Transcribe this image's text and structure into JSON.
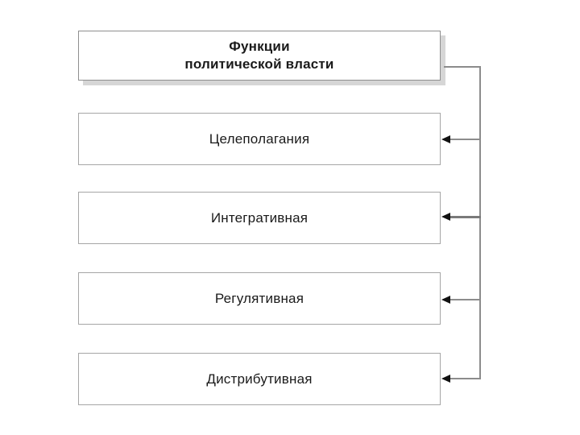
{
  "diagram": {
    "title_node": {
      "id": "functions-of-political-power",
      "text": "Функции\nполитической власти"
    },
    "function_nodes": [
      {
        "id": "tselepolaganiya",
        "text": "Целеполагания"
      },
      {
        "id": "integrativnaya",
        "text": "Интегративная"
      },
      {
        "id": "regulyativnaya",
        "text": "Регулятивная"
      },
      {
        "id": "distributivnaya",
        "text": "Дистрибутивная"
      }
    ],
    "connectors": {
      "type": "bracket",
      "direction": "right-trunk-arrows-left",
      "arrow_icon": "arrow-left-icon",
      "count": 4
    },
    "colors": {
      "background": "#ffffff",
      "box_fill": "#ffffff",
      "box_border": "#a6a6a6",
      "title_border": "#8f8f8f",
      "text": "#1a1a1a",
      "connector": "#8c8c8c",
      "arrowhead": "#111111",
      "shadow": "rgba(0,0,0,0.16)"
    }
  }
}
